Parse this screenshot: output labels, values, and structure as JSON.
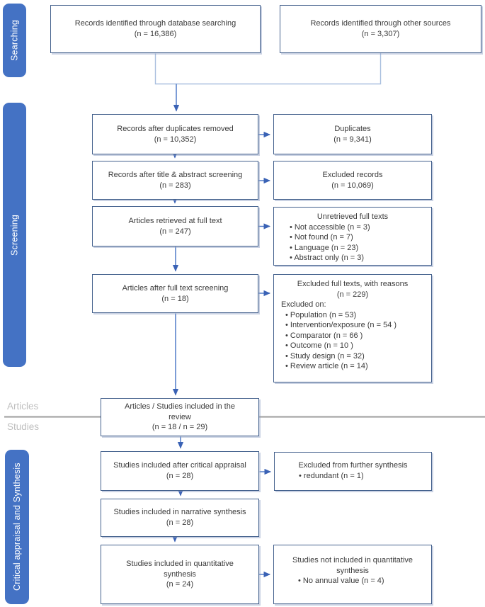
{
  "palette": {
    "sidebar_blue": "#4472C4",
    "box_border": "#44618D",
    "arrow_blue": "#4472C4",
    "merge_line_blue": "#A9BFDF",
    "divider_gray": "#A6A6A6",
    "divider_label_gray": "#BFBFBF",
    "text_color": "#3a3a3a"
  },
  "sidebar": {
    "searching": "Searching",
    "screening": "Screening",
    "critical": "Critical appraisal and Synthesis"
  },
  "divider": {
    "above_label": "Articles",
    "below_label": "Studies"
  },
  "boxes": {
    "db": {
      "line1": "Records identified through database searching",
      "line2": "(n = 16,386)"
    },
    "other": {
      "line1": "Records identified through other sources",
      "line2": "(n = 3,307)"
    },
    "dedup": {
      "line1": "Records after duplicates removed",
      "line2": "(n = 10,352)"
    },
    "duplicates": {
      "line1": "Duplicates",
      "line2": "(n = 9,341)"
    },
    "titleabs": {
      "line1": "Records after title & abstract screening",
      "line2": "(n = 283)"
    },
    "excluded_records": {
      "line1": "Excluded records",
      "line2": "(n = 10,069)"
    },
    "fulltext": {
      "line1": "Articles retrieved at full text",
      "line2": "(n = 247)"
    },
    "unretrieved": {
      "title": "Unretrieved full texts",
      "bullets": [
        "Not accessible (n = 3)",
        "Not found (n = 7)",
        "Language (n = 23)",
        "Abstract only (n = 3)"
      ]
    },
    "ftscreen": {
      "line1": "Articles after full text screening",
      "line2": "(n = 18)"
    },
    "excluded_ft": {
      "title": "Excluded full texts, with reasons",
      "subtitle": "(n = 229)",
      "lead": "Excluded on:",
      "bullets": [
        "Population (n = 53)",
        "Intervention/exposure (n = 54 )",
        "Comparator (n = 66 )",
        "Outcome (n = 10 )",
        "Study design (n = 32)",
        "Review article (n = 14)"
      ]
    },
    "included": {
      "line1": "Articles / Studies included in the review",
      "line2": "(n = 18 / n = 29)"
    },
    "appraisal": {
      "line1": "Studies included after critical appraisal",
      "line2": "(n = 28)"
    },
    "excl_synth": {
      "title": "Excluded from further synthesis",
      "bullets": [
        "redundant (n = 1)"
      ]
    },
    "narrative": {
      "line1": "Studies included in narrative synthesis",
      "line2": "(n = 28)"
    },
    "quant": {
      "line1": "Studies included in quantitative synthesis",
      "line2": "(n = 24)"
    },
    "not_quant": {
      "title": "Studies not included in quantitative synthesis",
      "bullets": [
        "No annual value (n = 4)"
      ]
    }
  }
}
